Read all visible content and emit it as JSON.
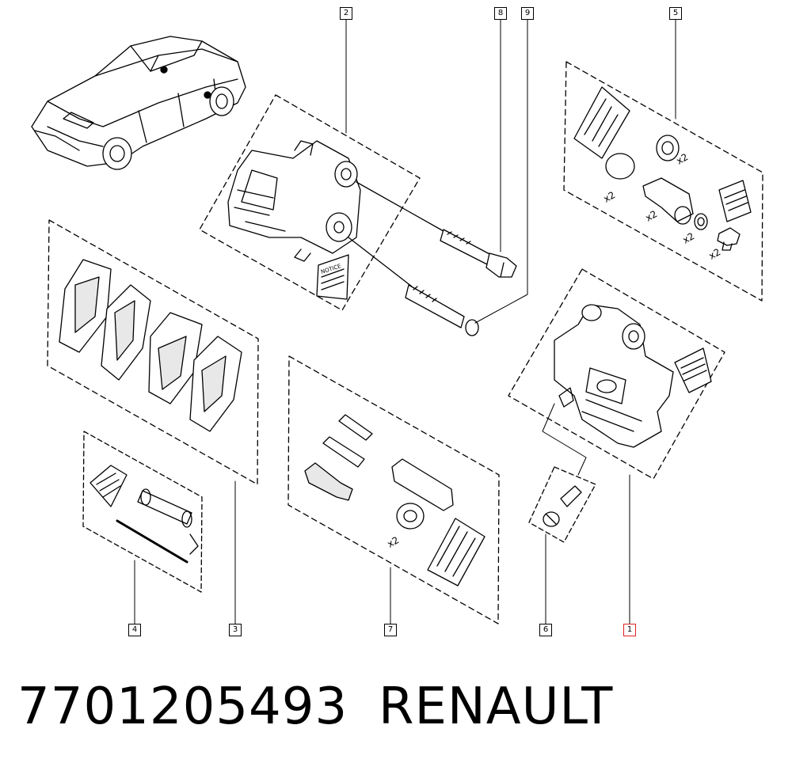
{
  "callouts": {
    "c1": "1",
    "c2": "2",
    "c3": "3",
    "c4": "4",
    "c5": "5",
    "c6": "6",
    "c7": "7",
    "c8": "8",
    "c9": "9"
  },
  "quantity_marks": {
    "kit5_a": "x2",
    "kit5_b": "x2",
    "kit5_c": "x2",
    "kit5_d": "x2",
    "kit5_e": "x2",
    "kit7_a": "x2"
  },
  "leaflet_label": "NOTICE",
  "footer": {
    "part_number": "7701205493",
    "brand": "RENAULT"
  },
  "colors": {
    "line": "#000000",
    "highlight_callout": "#dd2222",
    "background": "#ffffff"
  }
}
